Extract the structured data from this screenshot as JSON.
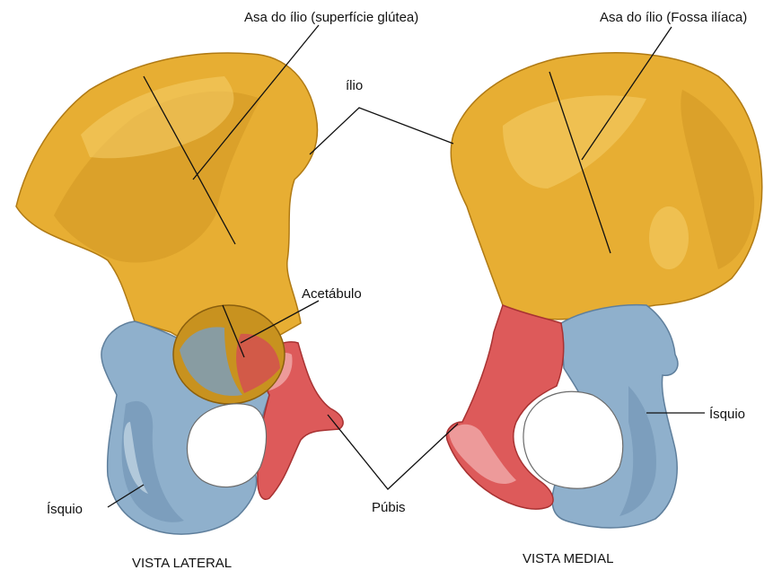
{
  "labels": {
    "asa_glutea": "Asa do ílio (superfície glútea)",
    "asa_fossa": "Asa do ílio (Fossa ilíaca)",
    "ilio": "ílio",
    "acetabulo": "Acetábulo",
    "isquio_left": "Ísquio",
    "isquio_right": "Ísquio",
    "pubis": "Púbis"
  },
  "captions": {
    "lateral": "VISTA LATERAL",
    "medial": "VISTA MEDIAL"
  },
  "colors": {
    "ilium": "#e7ae33",
    "ischium": "#8fb0cc",
    "pubis": "#dd5a5a",
    "leader_lines": "#111111",
    "background": "#ffffff"
  }
}
